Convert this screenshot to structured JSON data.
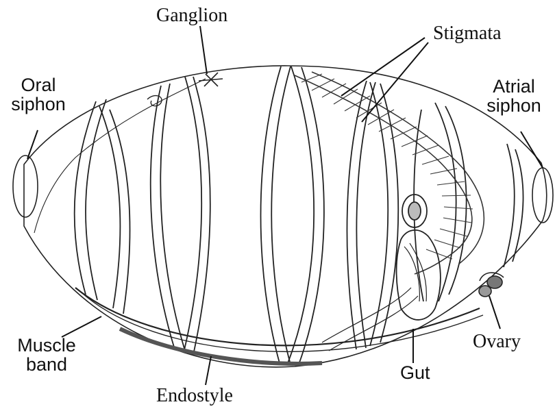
{
  "figure": {
    "labels": {
      "ganglion": "Ganglion",
      "stigmata": "Stigmata",
      "oral_siphon": [
        "Oral",
        "siphon"
      ],
      "atrial_siphon": [
        "Atrial",
        "siphon"
      ],
      "muscle_band": [
        "Muscle",
        "band"
      ],
      "endostyle": "Endostyle",
      "gut": "Gut",
      "ovary": "Ovary"
    }
  }
}
